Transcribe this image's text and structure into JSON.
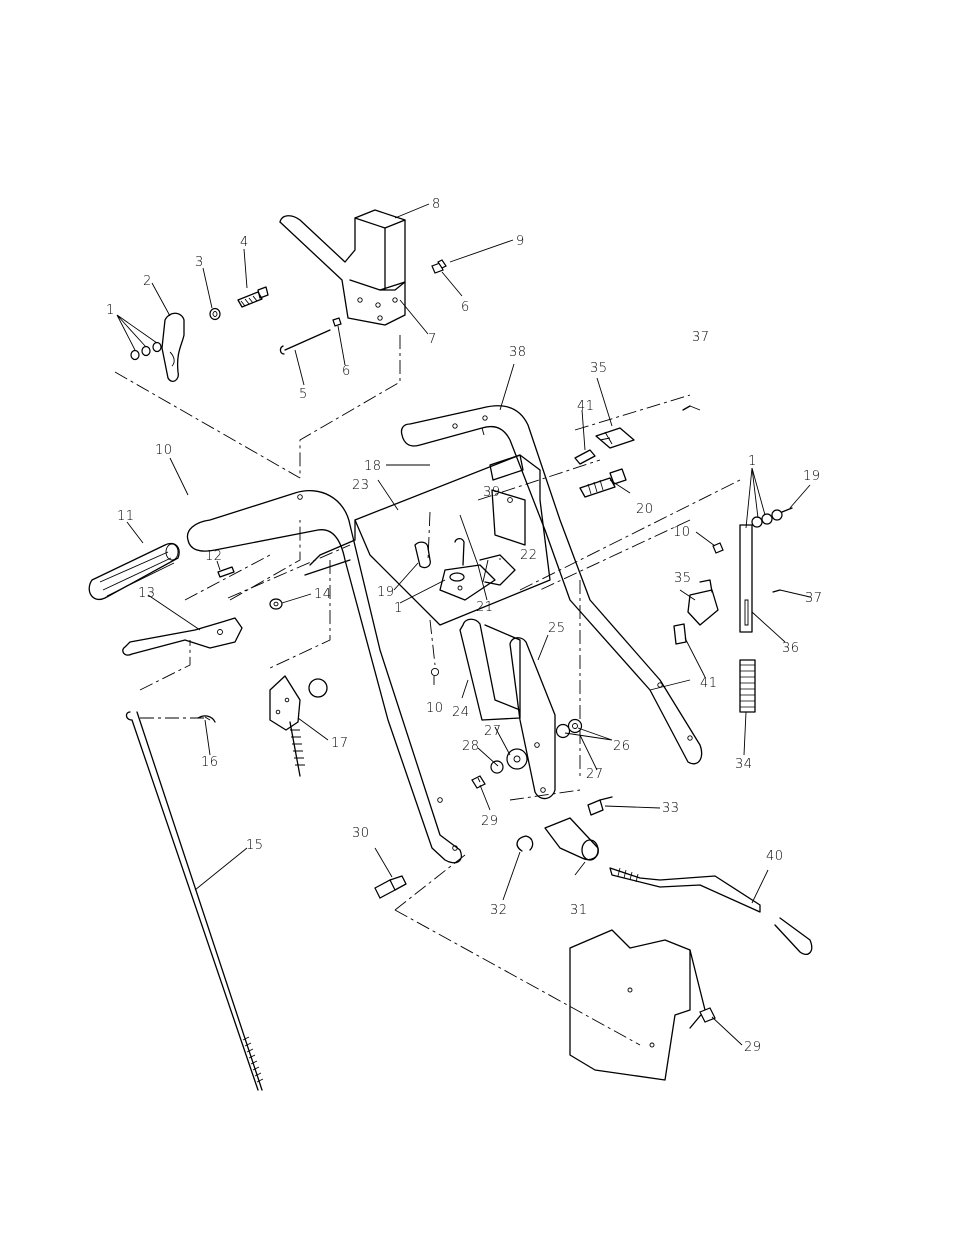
{
  "diagram": {
    "callouts": [
      {
        "id": "c1a",
        "label": "1"
      },
      {
        "id": "c2",
        "label": "2"
      },
      {
        "id": "c3",
        "label": "3"
      },
      {
        "id": "c4",
        "label": "4"
      },
      {
        "id": "c5",
        "label": "5"
      },
      {
        "id": "c6a",
        "label": "6"
      },
      {
        "id": "c6b",
        "label": "6"
      },
      {
        "id": "c7",
        "label": "7"
      },
      {
        "id": "c8",
        "label": "8"
      },
      {
        "id": "c9",
        "label": "9"
      },
      {
        "id": "c10a",
        "label": "10"
      },
      {
        "id": "c10b",
        "label": "10"
      },
      {
        "id": "c10c",
        "label": "10"
      },
      {
        "id": "c11",
        "label": "11"
      },
      {
        "id": "c12",
        "label": "12"
      },
      {
        "id": "c13",
        "label": "13"
      },
      {
        "id": "c14",
        "label": "14"
      },
      {
        "id": "c15",
        "label": "15"
      },
      {
        "id": "c16",
        "label": "16"
      },
      {
        "id": "c17",
        "label": "17"
      },
      {
        "id": "c18",
        "label": "18"
      },
      {
        "id": "c19a",
        "label": "19"
      },
      {
        "id": "c19b",
        "label": "19"
      },
      {
        "id": "c1b",
        "label": "1"
      },
      {
        "id": "c1c",
        "label": "1"
      },
      {
        "id": "c20",
        "label": "20"
      },
      {
        "id": "c21",
        "label": "21"
      },
      {
        "id": "c22",
        "label": "22"
      },
      {
        "id": "c23",
        "label": "23"
      },
      {
        "id": "c24",
        "label": "24"
      },
      {
        "id": "c25",
        "label": "25"
      },
      {
        "id": "c26",
        "label": "26"
      },
      {
        "id": "c27a",
        "label": "27"
      },
      {
        "id": "c27b",
        "label": "27"
      },
      {
        "id": "c28",
        "label": "28"
      },
      {
        "id": "c29a",
        "label": "29"
      },
      {
        "id": "c29b",
        "label": "29"
      },
      {
        "id": "c30",
        "label": "30"
      },
      {
        "id": "c31",
        "label": "31"
      },
      {
        "id": "c32",
        "label": "32"
      },
      {
        "id": "c33",
        "label": "33"
      },
      {
        "id": "c34",
        "label": "34"
      },
      {
        "id": "c35a",
        "label": "35"
      },
      {
        "id": "c35b",
        "label": "35"
      },
      {
        "id": "c36",
        "label": "36"
      },
      {
        "id": "c37a",
        "label": "37"
      },
      {
        "id": "c37b",
        "label": "37"
      },
      {
        "id": "c38",
        "label": "38"
      },
      {
        "id": "c39",
        "label": "39"
      },
      {
        "id": "c40",
        "label": "40"
      },
      {
        "id": "c41a",
        "label": "41"
      },
      {
        "id": "c41b",
        "label": "41"
      }
    ]
  }
}
